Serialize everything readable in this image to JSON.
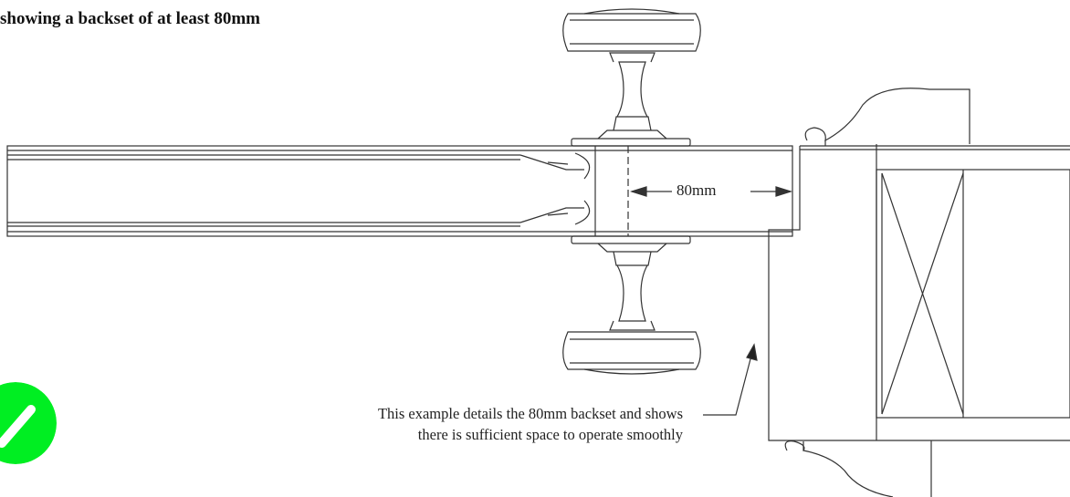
{
  "heading": "showing a backset of at least 80mm",
  "dimension_label": "80mm",
  "callout": {
    "line1": "This example details the 80mm backset and shows",
    "line2": "there is sufficient space to operate smoothly"
  },
  "badge": {
    "icon": "check-slash-icon",
    "color": "#00ee22"
  }
}
